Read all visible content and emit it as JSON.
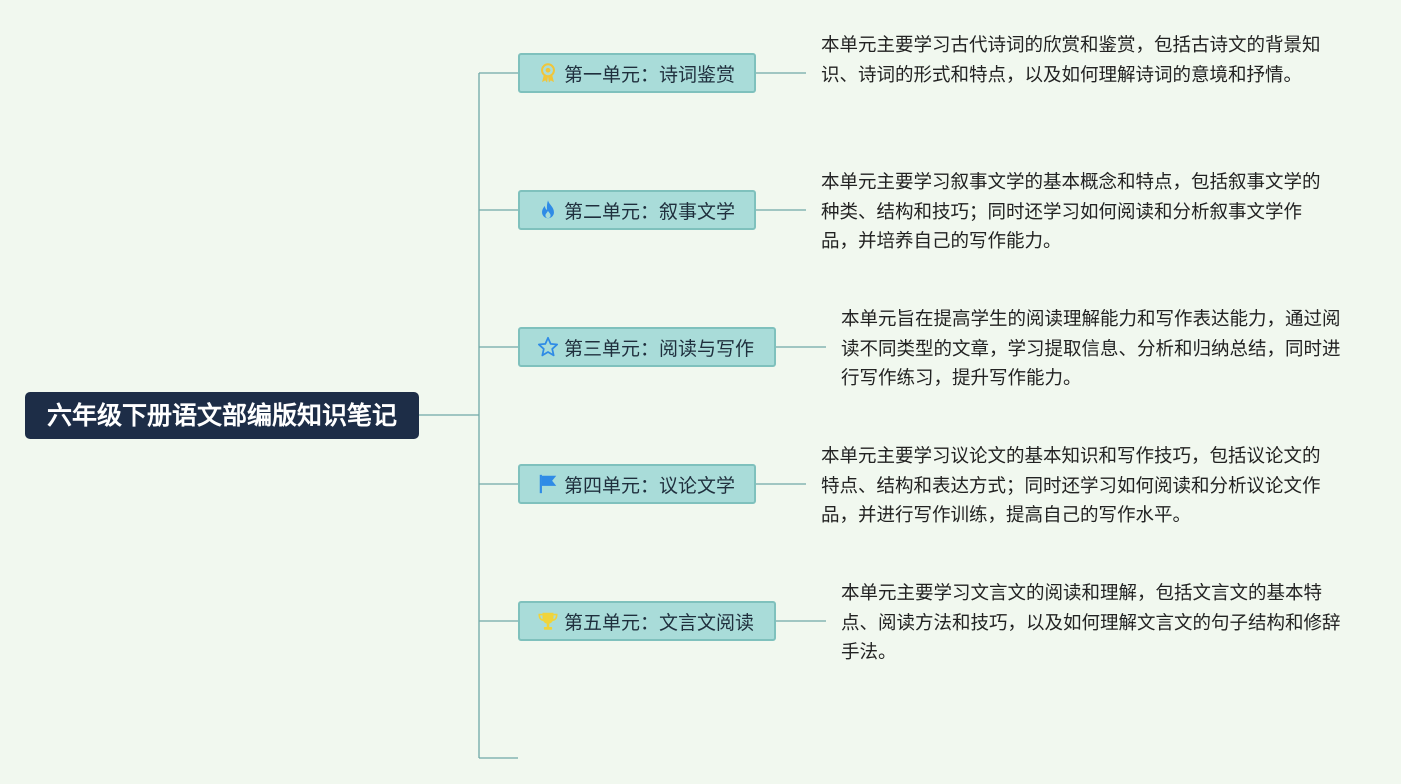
{
  "root": {
    "title": "六年级下册语文部编版知识笔记"
  },
  "units": [
    {
      "label": "第一单元：诗词鉴赏",
      "icon": "award-medal-icon",
      "description": "本单元主要学习古代诗词的欣赏和鉴赏，包括古诗文的背景知识、诗词的形式和特点，以及如何理解诗词的意境和抒情。"
    },
    {
      "label": "第二单元：叙事文学",
      "icon": "flame-icon",
      "description": "本单元主要学习叙事文学的基本概念和特点，包括叙事文学的种类、结构和技巧；同时还学习如何阅读和分析叙事文学作品，并培养自己的写作能力。"
    },
    {
      "label": "第三单元：阅读与写作",
      "icon": "star-outline-icon",
      "description": "本单元旨在提高学生的阅读理解能力和写作表达能力，通过阅读不同类型的文章，学习提取信息、分析和归纳总结，同时进行写作练习，提升写作能力。"
    },
    {
      "label": "第四单元：议论文学",
      "icon": "flag-icon",
      "description": "本单元主要学习议论文的基本知识和写作技巧，包括议论文的特点、结构和表达方式；同时还学习如何阅读和分析议论文作品，并进行写作训练，提高自己的写作水平。"
    },
    {
      "label": "第五单元：文言文阅读",
      "icon": "trophy-icon",
      "description": "本单元主要学习文言文的阅读和理解，包括文言文的基本特点、阅读方法和技巧，以及如何理解文言文的句子结构和修辞手法。"
    }
  ],
  "colors": {
    "background": "#f1f8ef",
    "root_fill": "#1d2d47",
    "topic_fill": "#a9dcd9",
    "topic_border": "#7fc1bd",
    "connector": "#6fa9a6"
  }
}
